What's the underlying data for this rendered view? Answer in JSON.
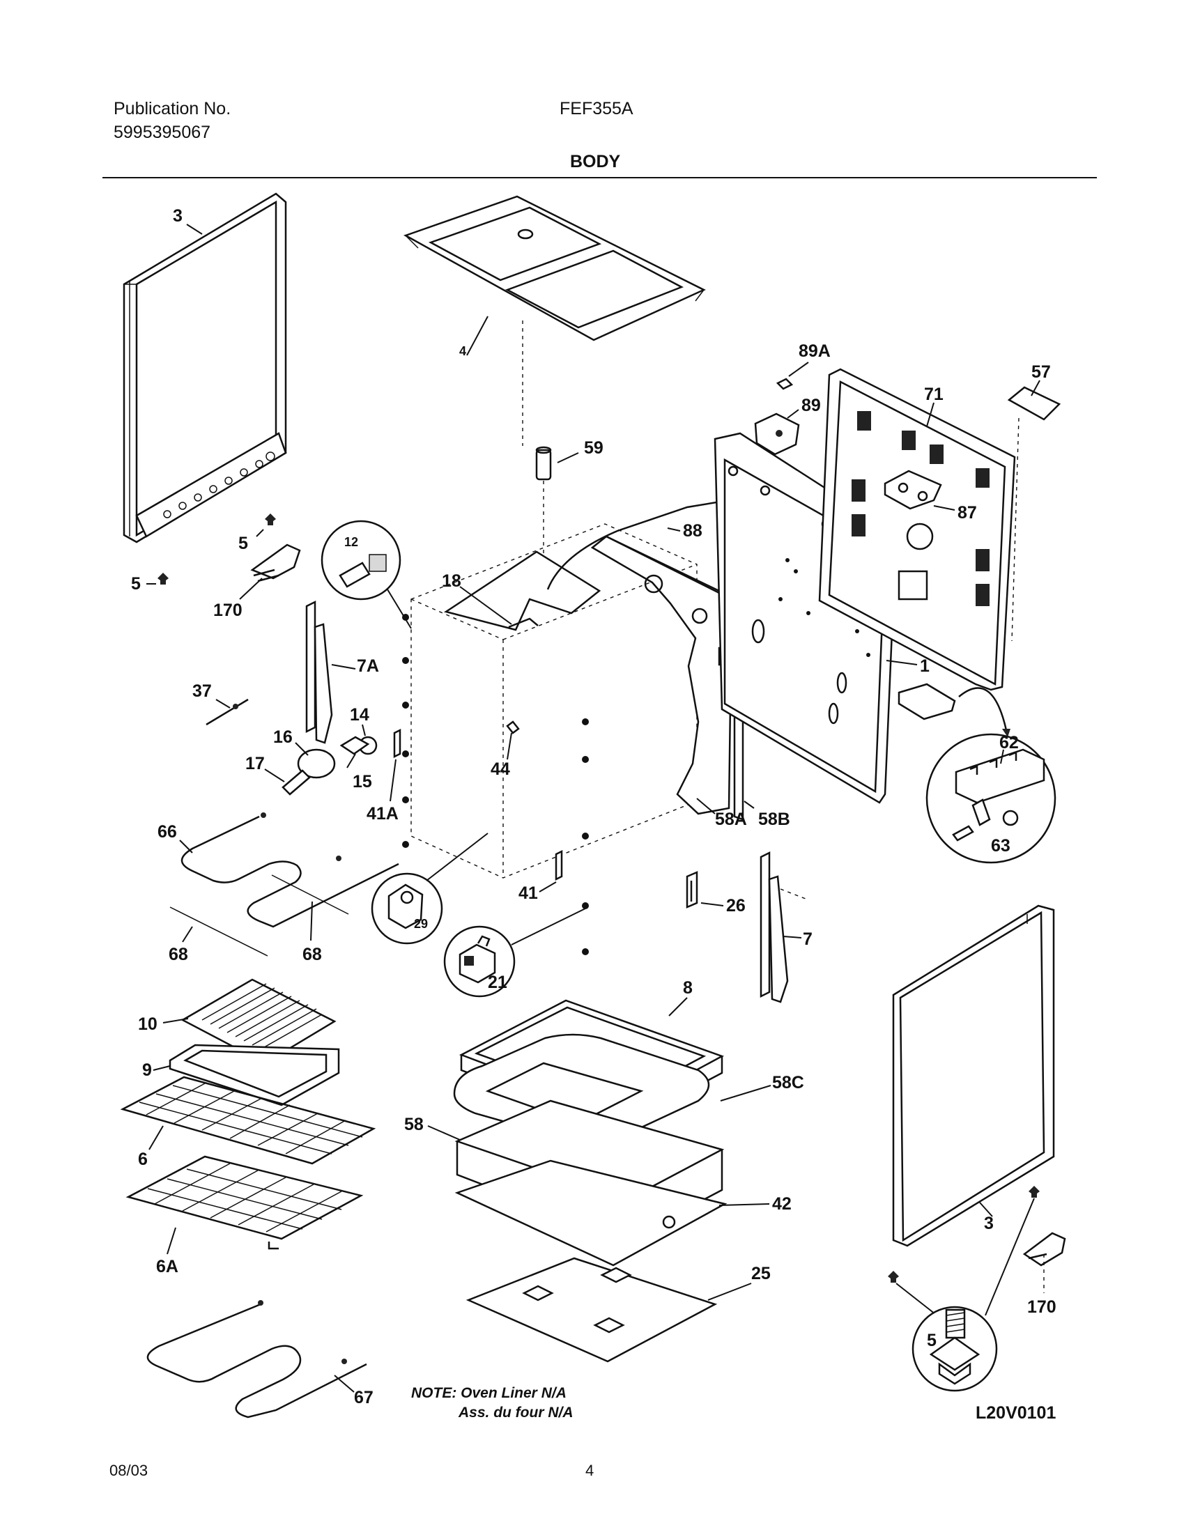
{
  "header": {
    "publication_label": "Publication No.",
    "publication_number": "5995395067",
    "model": "FEF355A",
    "section": "BODY"
  },
  "callouts": {
    "c3a": "3",
    "c4": "4",
    "c5a": "5",
    "c5b": "5",
    "c170a": "170",
    "c12": "12",
    "c18": "18",
    "c7a": "7A",
    "c37": "37",
    "c14": "14",
    "c16": "16",
    "c17": "17",
    "c15": "15",
    "c41a": "41A",
    "c44": "44",
    "c59": "59",
    "c88": "88",
    "c89a": "89A",
    "c89": "89",
    "c71": "71",
    "c57": "57",
    "c87": "87",
    "c1": "1",
    "c58a": "58A",
    "c58b": "58B",
    "c62": "62",
    "c63": "63",
    "c66": "66",
    "c68a": "68",
    "c68b": "68",
    "c29": "29",
    "c41": "41",
    "c21": "21",
    "c26": "26",
    "c7": "7",
    "c10": "10",
    "c9": "9",
    "c6": "6",
    "c6a": "6A",
    "c8": "8",
    "c58c": "58C",
    "c58": "58",
    "c42": "42",
    "c25": "25",
    "c67": "67",
    "c3b": "3",
    "c170b": "170",
    "c5c": "5"
  },
  "note": {
    "line1": "NOTE: Oven Liner N/A",
    "line2": "Ass. du four N/A"
  },
  "diagram_code": "L20V0101",
  "footer": {
    "date": "08/03",
    "page": "4"
  }
}
